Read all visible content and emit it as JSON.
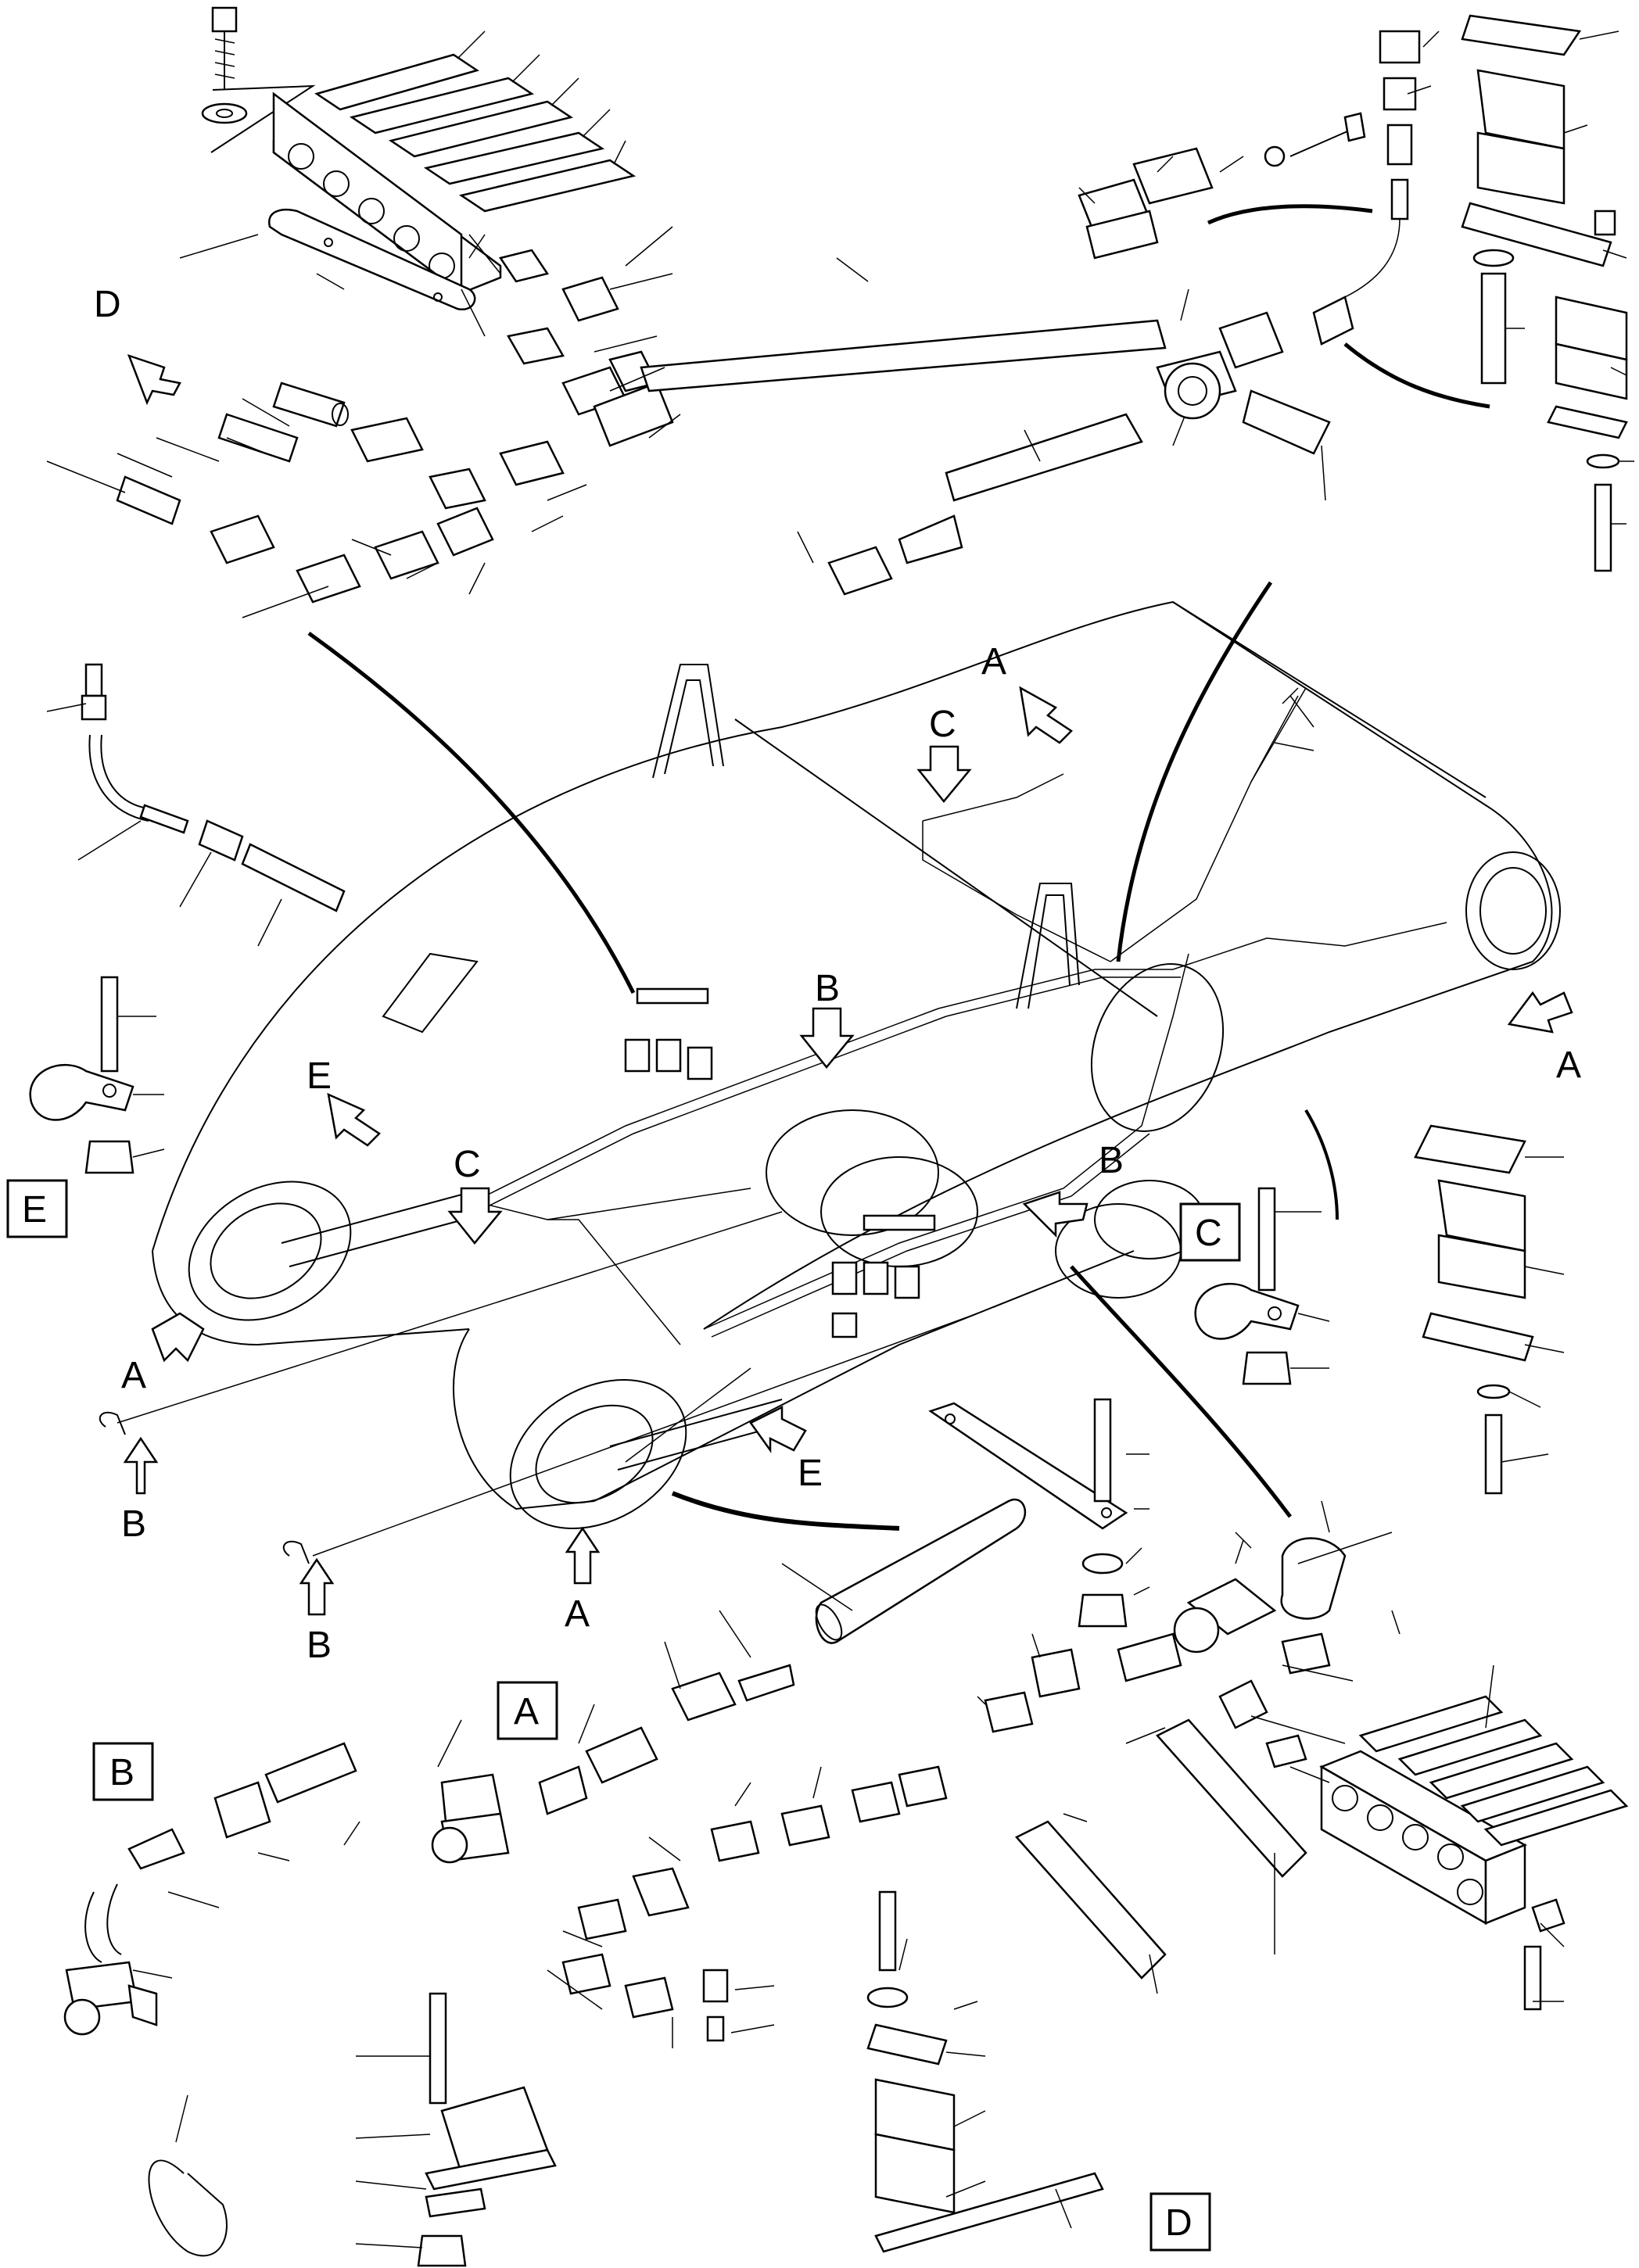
{
  "diagram": {
    "background": "#ffffff",
    "ink": "#000000",
    "view_labels": [
      {
        "id": "A-arrow-top",
        "text": "A"
      },
      {
        "id": "C-arrow-top",
        "text": "C"
      },
      {
        "id": "B-arrow-center",
        "text": "B"
      },
      {
        "id": "A-arrow-right",
        "text": "A"
      },
      {
        "id": "E-arrow-left",
        "text": "E"
      },
      {
        "id": "C-arrow-left",
        "text": "C"
      },
      {
        "id": "B-arrow-right",
        "text": "B"
      },
      {
        "id": "A-arrow-left",
        "text": "A"
      },
      {
        "id": "E-arrow-center",
        "text": "E"
      },
      {
        "id": "B-arrow-lower-left",
        "text": "B"
      },
      {
        "id": "A-arrow-bottom",
        "text": "A"
      },
      {
        "id": "B-arrow-bottom-left",
        "text": "B"
      },
      {
        "id": "D-arrow-top-left",
        "text": "D"
      }
    ],
    "detail_boxes": [
      {
        "id": "detail-E",
        "text": "E"
      },
      {
        "id": "detail-C",
        "text": "C"
      },
      {
        "id": "detail-A",
        "text": "A"
      },
      {
        "id": "detail-B",
        "text": "B"
      },
      {
        "id": "detail-D",
        "text": "D"
      }
    ]
  }
}
